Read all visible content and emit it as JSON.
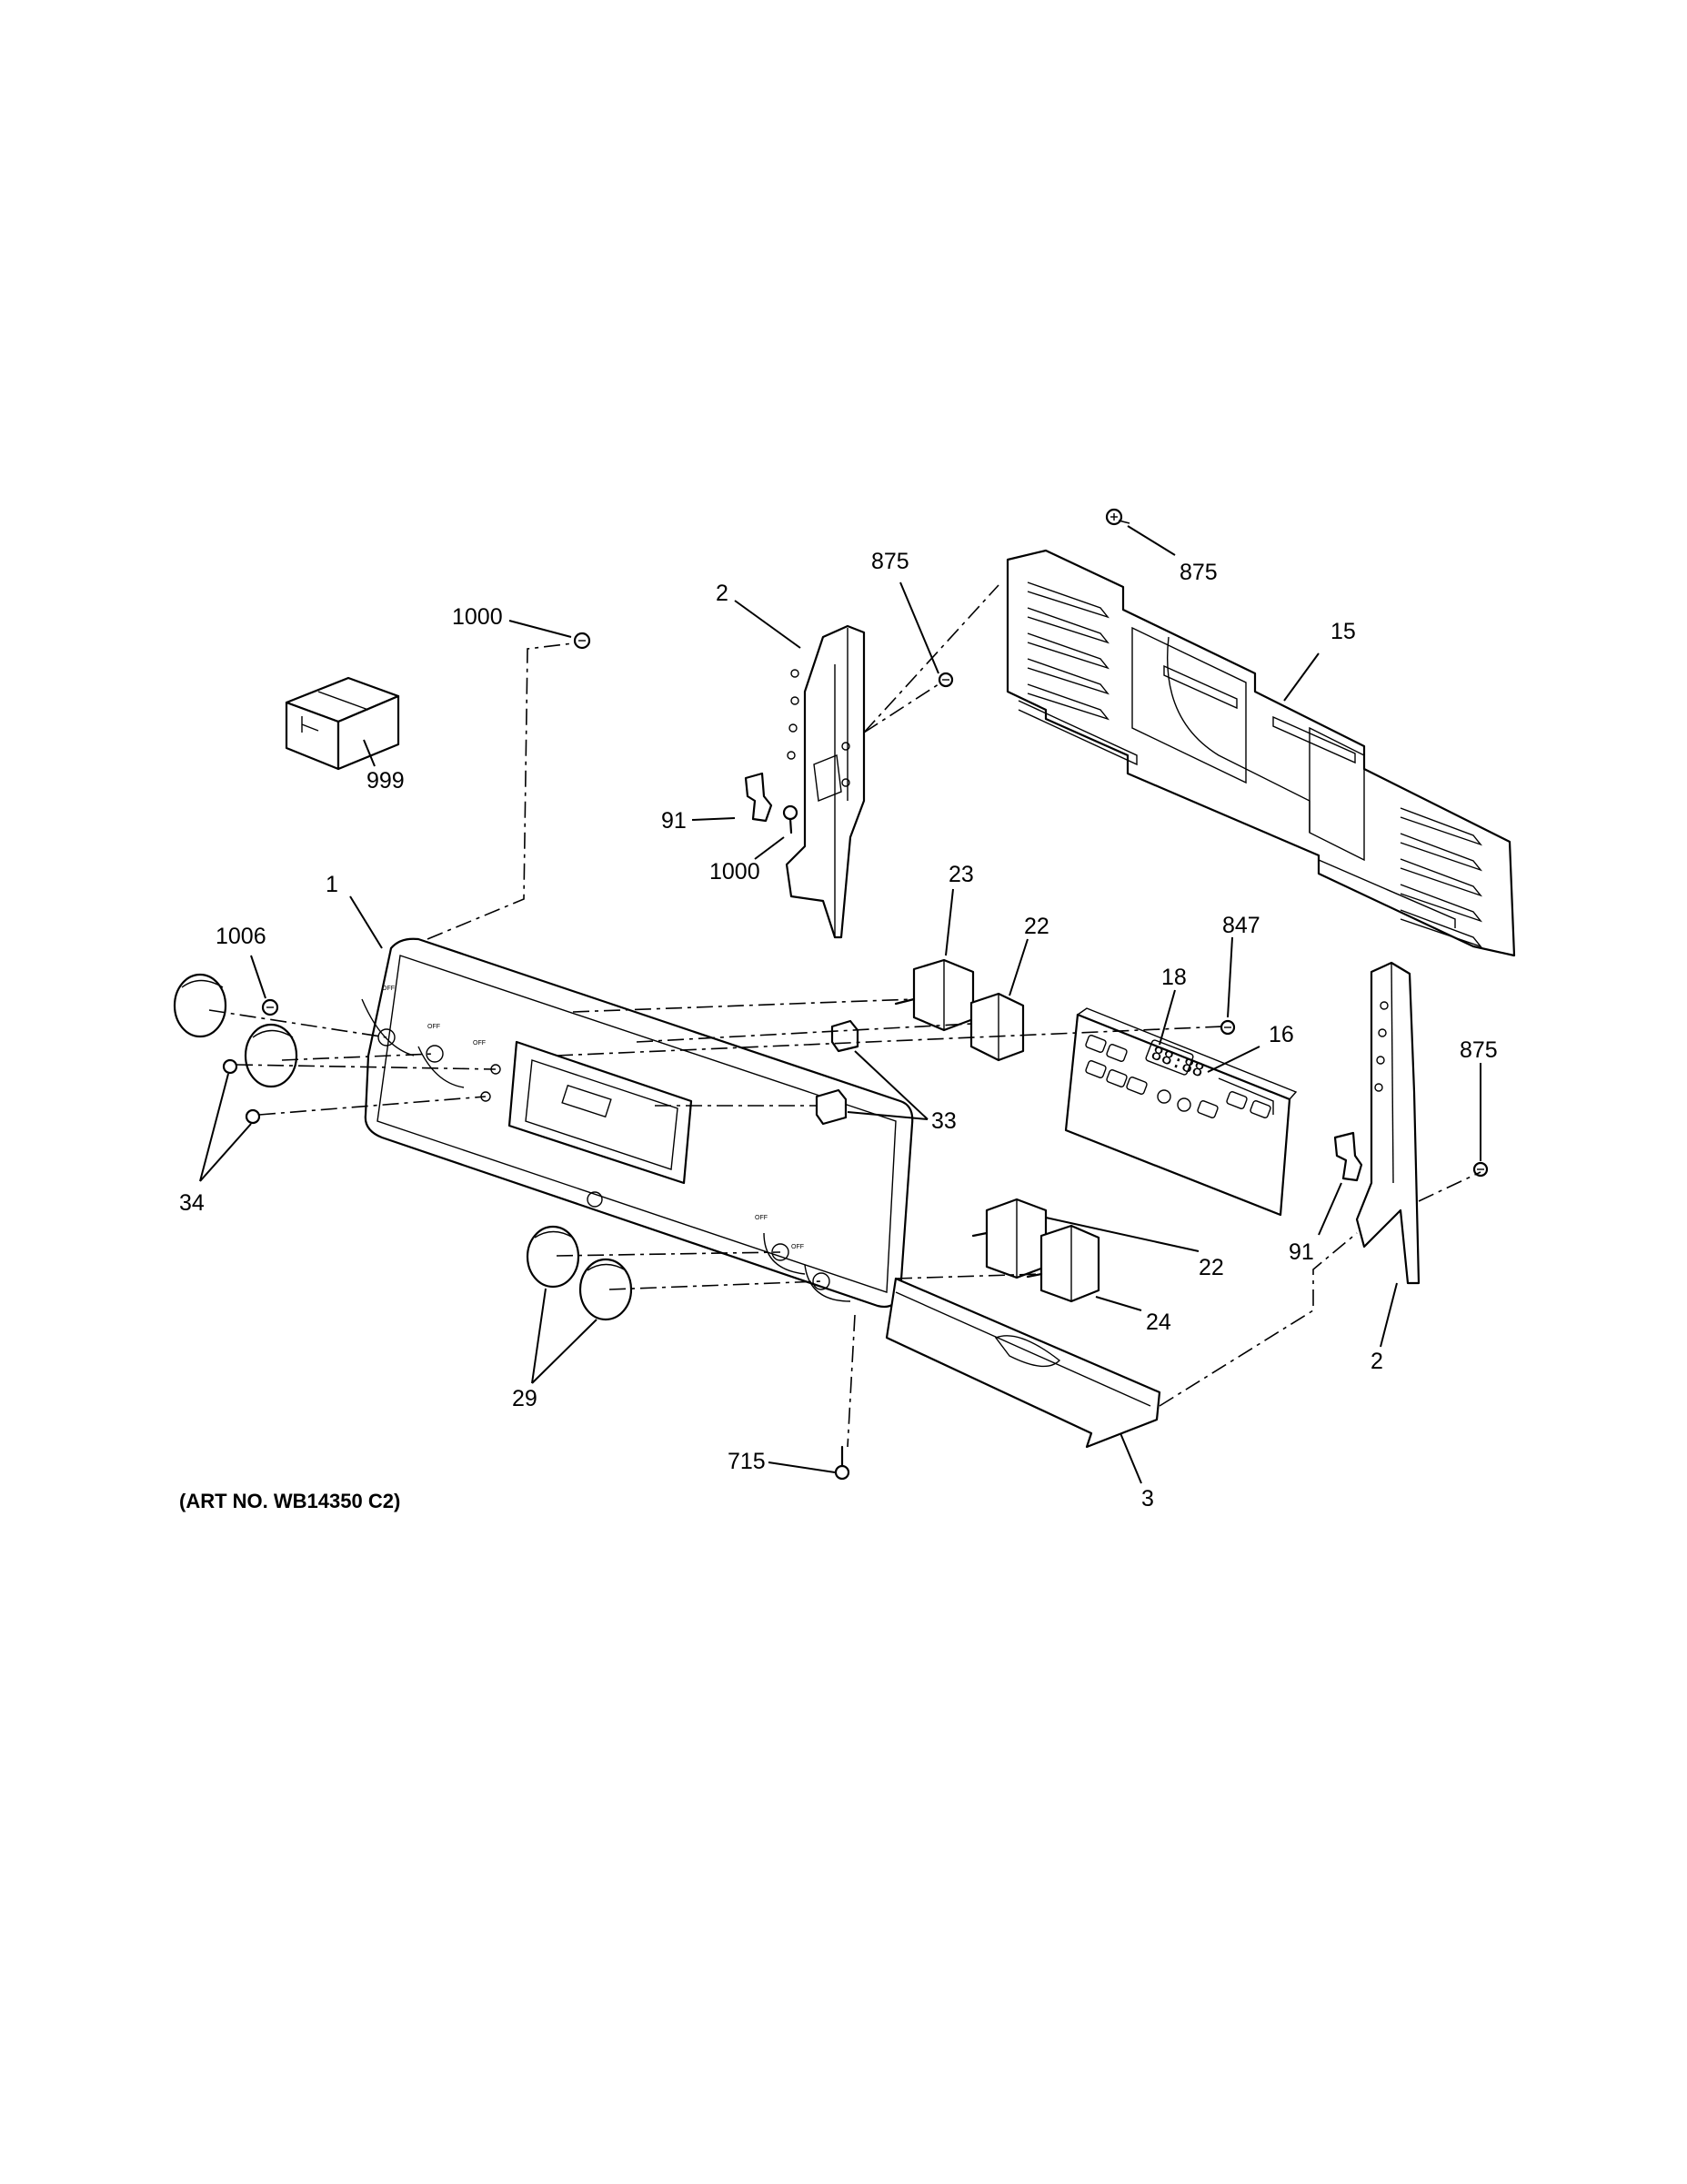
{
  "caption": "(ART NO. WB14350 C2)",
  "display_digits": "88:88",
  "labels": {
    "p1000a": "1000",
    "p999": "999",
    "p2a": "2",
    "p875a": "875",
    "p875b": "875",
    "p15": "15",
    "p91a": "91",
    "p1000b": "1000",
    "p1": "1",
    "p1006": "1006",
    "p23": "23",
    "p22a": "22",
    "p847": "847",
    "p18": "18",
    "p16": "16",
    "p875c": "875",
    "p33": "33",
    "p34": "34",
    "p91b": "91",
    "p22b": "22",
    "p24": "24",
    "p2b": "2",
    "p29": "29",
    "p715": "715",
    "p3": "3"
  }
}
